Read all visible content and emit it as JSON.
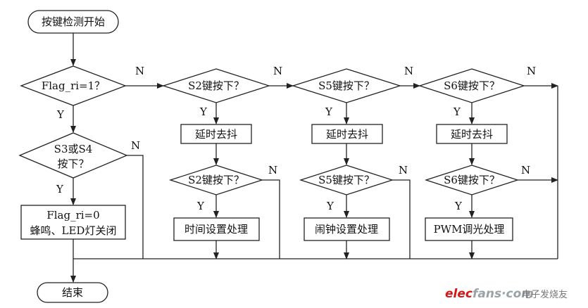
{
  "nodes": {
    "start": "按键检测开始",
    "d_flag": "Flag_ri=1？",
    "d_s34_line1": "S3或S4",
    "d_s34_line2": "按下？",
    "p_flag_line1": "Flag_ri=0",
    "p_flag_line2": "蜂鸣、LED灯关闭",
    "end": "结束",
    "d_s2": "S2键按下？",
    "p_s2_delay": "延时去抖",
    "d_s2b": "S2键按下？",
    "p_s2": "时间设置处理",
    "d_s5": "S5键按下？",
    "p_s5_delay": "延时去抖",
    "d_s5b": "S5键按下？",
    "p_s5": "闹钟设置处理",
    "d_s6": "S6键按下？",
    "p_s6_delay": "延时去抖",
    "d_s6b": "S6键按下？",
    "p_s6": "PWM调光处理"
  },
  "edge_labels": {
    "yes": "Y",
    "no": "N"
  },
  "watermark": {
    "logo_red": "elec",
    "logo_grey": "fans",
    "logo_dot": "·com",
    "cn": "电子发烧友"
  }
}
